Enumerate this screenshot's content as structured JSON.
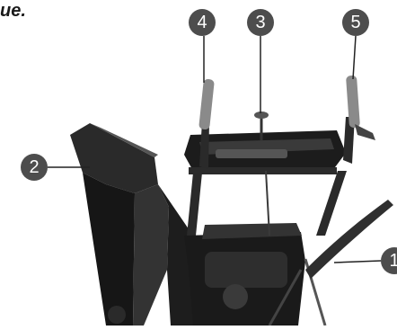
{
  "heading_fragment": "ue.",
  "callouts": [
    {
      "id": "1",
      "label": "1"
    },
    {
      "id": "2",
      "label": "2"
    },
    {
      "id": "3",
      "label": "3"
    },
    {
      "id": "4",
      "label": "4"
    },
    {
      "id": "5",
      "label": "5"
    }
  ],
  "colors": {
    "callout_fill": "#4d4d4d",
    "callout_text": "#ffffff",
    "machine_dark": "#1e1e1e",
    "leader_line": "#222222"
  }
}
